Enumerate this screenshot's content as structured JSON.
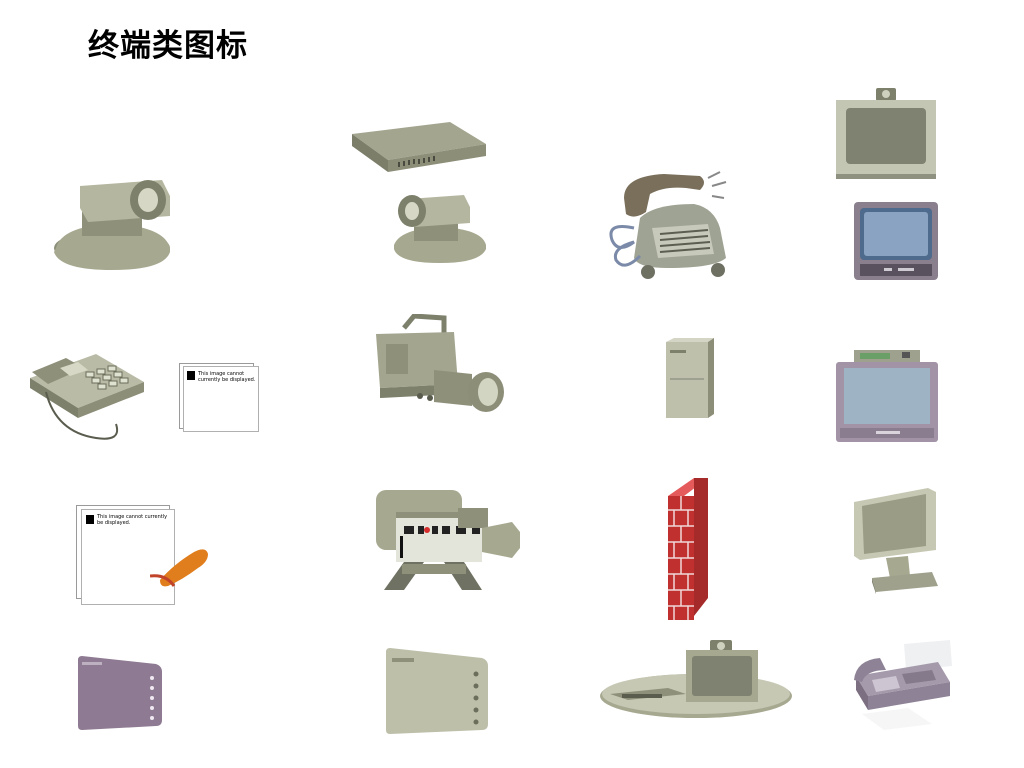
{
  "page": {
    "title": "终端类图标"
  },
  "placeholders": {
    "msg_short": "This image cannot currently be displayed.",
    "msg_long": "This image cannot currently be displayed."
  },
  "icons": [
    "camera-icon",
    "modem-icon",
    "camera-small-icon",
    "telephone-icon",
    "video-terminal-icon",
    "television-icon",
    "desk-phone-icon",
    "video-camera-icon",
    "server-icon",
    "set-top-box-tv-icon",
    "film-camera-icon",
    "firewall-icon",
    "monitor-icon",
    "handset-icon",
    "purple-access-point-icon",
    "gray-access-point-icon",
    "conference-terminal-icon",
    "fax-icon"
  ]
}
